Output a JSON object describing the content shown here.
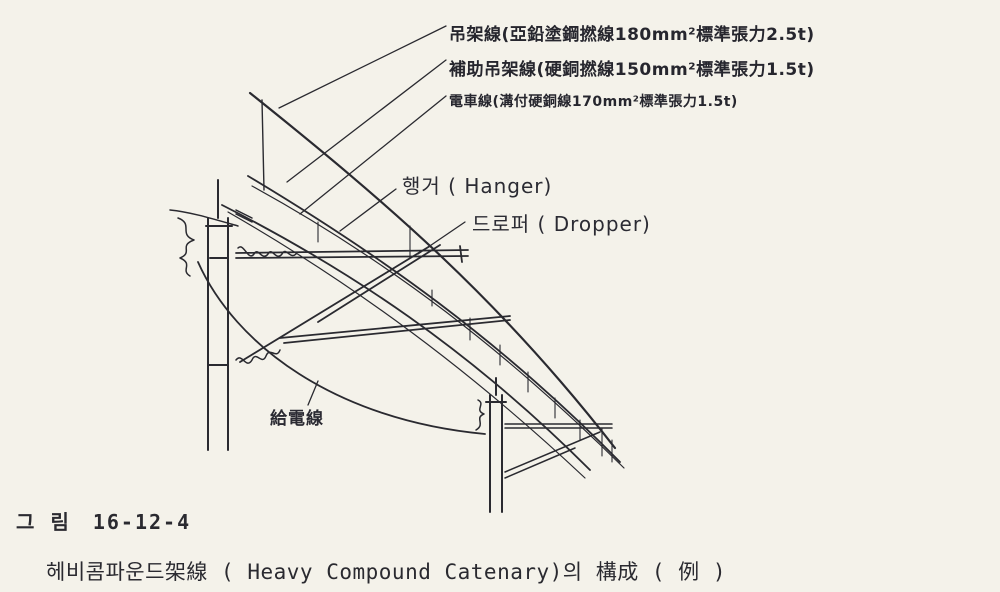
{
  "labels": {
    "messenger_wire": "吊架線(亞鉛塗鋼撚線180mm²標準張力2.5t)",
    "aux_messenger_wire": "補助吊架線(硬銅撚線150mm²標準張力1.5t)",
    "trolley_wire": "電車線(溝付硬銅線170mm²標準張力1.5t)",
    "hanger": "행거 ( Hanger)",
    "dropper": "드로퍼 ( Dropper)",
    "feeder": "給電線"
  },
  "figure": {
    "number_prefix": "그 림",
    "number": "16-12-4",
    "caption": "헤비콤파운드架線 ( Heavy Compound Catenary)의  構成 ( 例 )"
  },
  "colors": {
    "ink": "#2a2a30",
    "paper": "#f4f2ea"
  }
}
